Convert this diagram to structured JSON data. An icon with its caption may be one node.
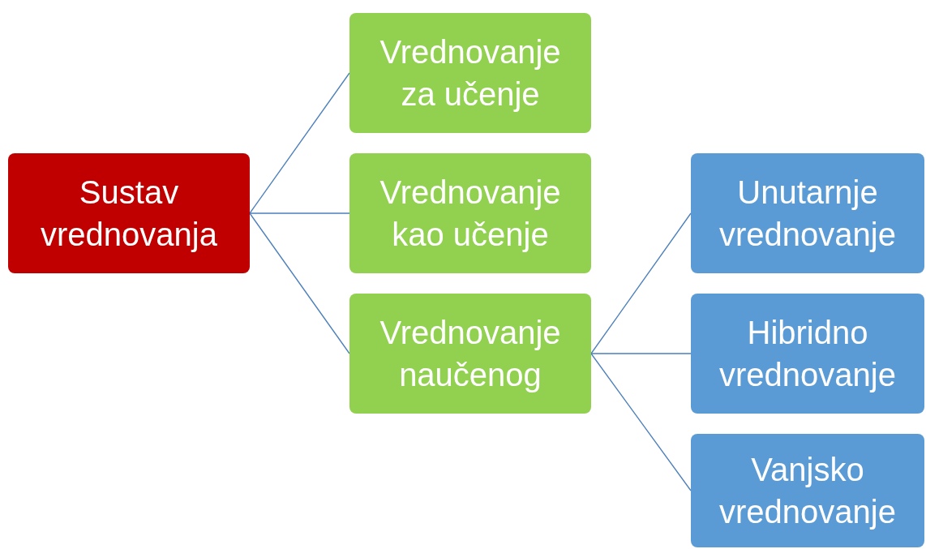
{
  "diagram": {
    "nodes": [
      {
        "text": [
          "Sustav vrednovanja"
        ]
      },
      {
        "text": [
          "Vrednovanje za učenje"
        ]
      },
      {
        "text": [
          "Vrednovanje kao učenje"
        ]
      },
      {
        "text": [
          "Vrednovanje naučenog"
        ]
      },
      {
        "text": [
          "Unutarnje vrednovanje"
        ]
      },
      {
        "text": [
          "Hibridno vrednovanje"
        ]
      },
      {
        "text": [
          "Vanjsko vrednovanje"
        ]
      }
    ],
    "edges": [
      {
        "from": 0,
        "to": 1,
        "arrow": "none"
      },
      {
        "from": 0,
        "to": 2,
        "arrow": "none"
      },
      {
        "from": 0,
        "to": 3,
        "arrow": "none"
      },
      {
        "from": 3,
        "to": 4,
        "arrow": "none"
      },
      {
        "from": 3,
        "to": 5,
        "arrow": "none"
      },
      {
        "from": 3,
        "to": 6,
        "arrow": "none"
      }
    ]
  }
}
